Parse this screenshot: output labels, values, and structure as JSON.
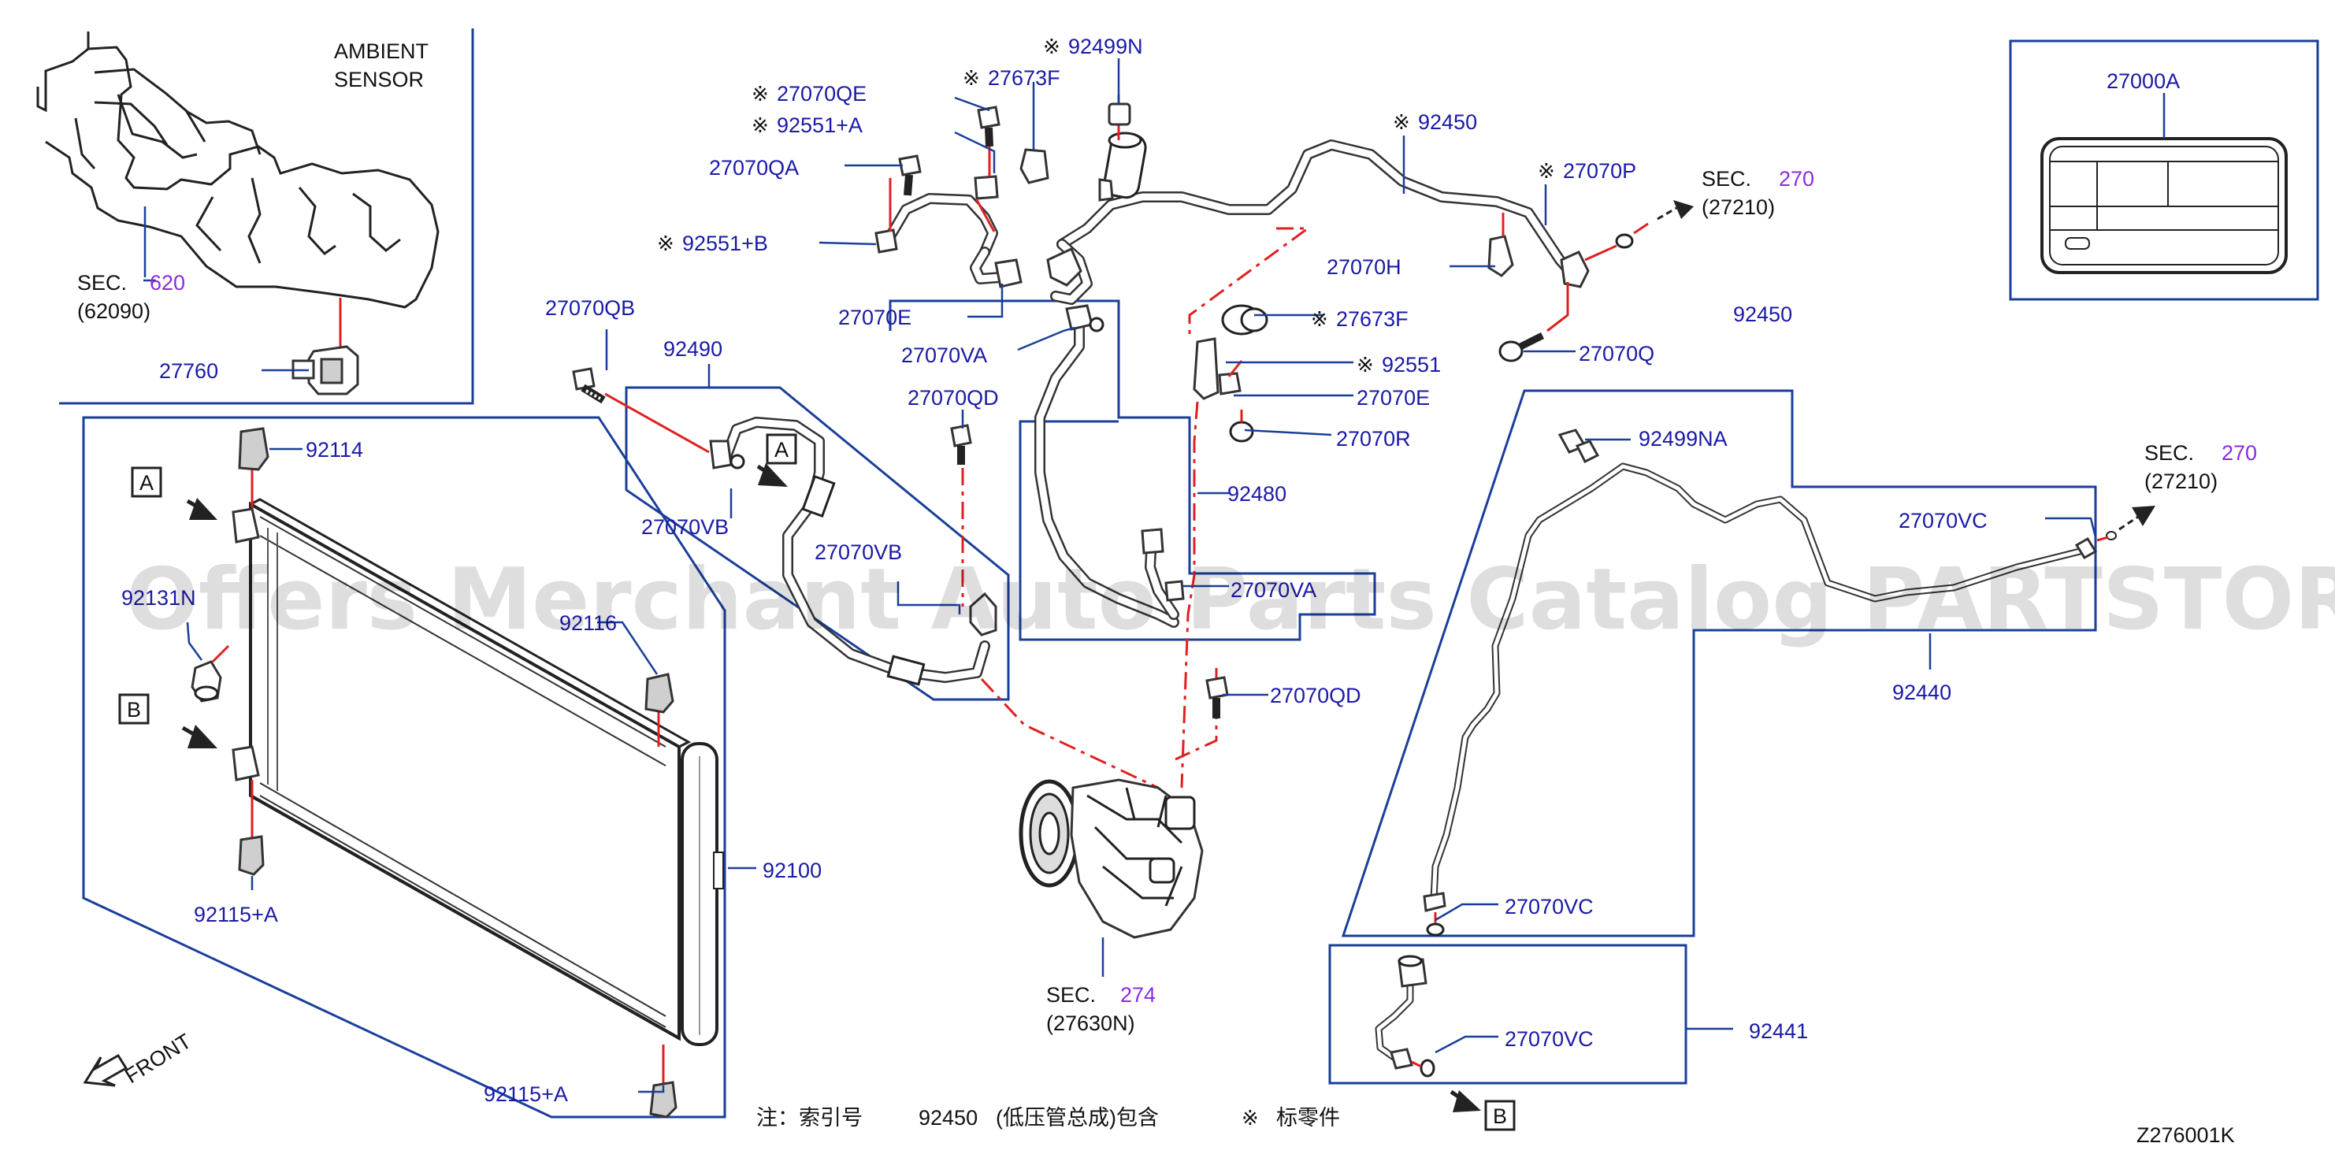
{
  "diagram_code": "Z276001K",
  "watermark": "Offers Merchant Auto Parts Catalog PARTSTORE.SA",
  "front_label": "FRONT",
  "star_mark": "※",
  "ambient_sensor": {
    "line1": "AMBIENT",
    "line2": "SENSOR"
  },
  "sec_620": {
    "sec": "SEC.",
    "num": "620",
    "sub": "(62090)"
  },
  "sec_270_a": {
    "sec": "SEC.",
    "num": "270",
    "sub": "(27210)"
  },
  "sec_270_b": {
    "sec": "SEC.",
    "num": "270",
    "sub": "(27210)"
  },
  "sec_274": {
    "sec": "SEC.",
    "num": "274",
    "sub": "(27630N)"
  },
  "legend_box_code": "27000A",
  "markers": {
    "a1": "A",
    "a2": "A",
    "b1": "B",
    "b2": "B"
  },
  "note": {
    "prefix": "注：索引号",
    "code": "92450",
    "desc": "(低压管总成)包含",
    "star_desc": "标零件"
  },
  "parts": {
    "p27760": "27760",
    "p27070QE": "27070QE",
    "p92551A": "92551+A",
    "p27070QA": "27070QA",
    "p92551B": "92551+B",
    "p27070E_1": "27070E",
    "p27673F_1": "27673F",
    "p92499N": "92499N",
    "p92450_1": "92450",
    "p27070P": "27070P",
    "p27070H": "27070H",
    "p92450_2": "92450",
    "p27673F_2": "27673F",
    "p92551": "92551",
    "p27070E_2": "27070E",
    "p27070R": "27070R",
    "p27070Q": "27070Q",
    "p27070QB": "27070QB",
    "p92490": "92490",
    "p27070VA_1": "27070VA",
    "p27070QD_1": "27070QD",
    "p27070VB_1": "27070VB",
    "p27070VB_2": "27070VB",
    "p92480": "92480",
    "p27070VA_2": "27070VA",
    "p27070QD_2": "27070QD",
    "p92114": "92114",
    "p92131N": "92131N",
    "p92116": "92116",
    "p92115A_1": "92115+A",
    "p92100": "92100",
    "p92115A_2": "92115+A",
    "p92499NA": "92499NA",
    "p27070VC_1": "27070VC",
    "p92440": "92440",
    "p27070VC_2": "27070VC",
    "p27070VC_3": "27070VC",
    "p92441": "92441"
  }
}
